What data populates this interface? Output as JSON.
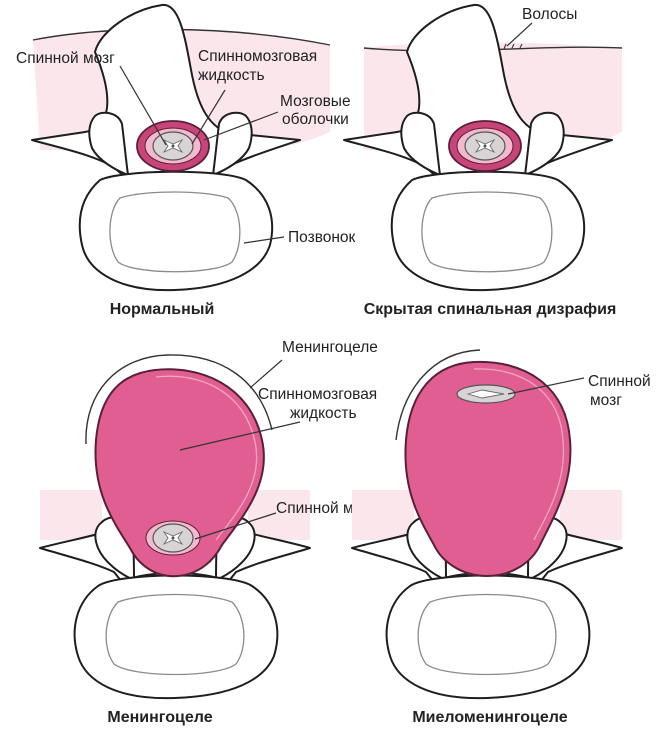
{
  "colors": {
    "skin": "#fbe6ec",
    "sac": "#e05e92",
    "meninges": "#c8457a",
    "spinal_cord": "#d8d4d6",
    "bone": "#ffffff"
  },
  "panels": {
    "normal": {
      "caption": "Нормальный",
      "labels": {
        "spinal_cord": "Спинной мозг",
        "csf_line1": "Спинномозговая",
        "csf_line2": "жидкость",
        "meninges_line1": "Мозговые",
        "meninges_line2": "оболочки",
        "vertebra": "Позвонок"
      }
    },
    "occult": {
      "caption": "Скрытая спинальная дизрафия",
      "labels": {
        "hair": "Волосы"
      }
    },
    "meningocele": {
      "caption": "Менингоцеле",
      "labels": {
        "meningocele": "Менингоцеле",
        "csf_line1": "Спинномозговая",
        "csf_line2": "жидкость",
        "spinal_cord": "Спинной мозг"
      }
    },
    "myelomeningocele": {
      "caption": "Миеломенингоцеле",
      "labels": {
        "cord_line1": "Спинной",
        "cord_line2": "мозг"
      }
    }
  }
}
